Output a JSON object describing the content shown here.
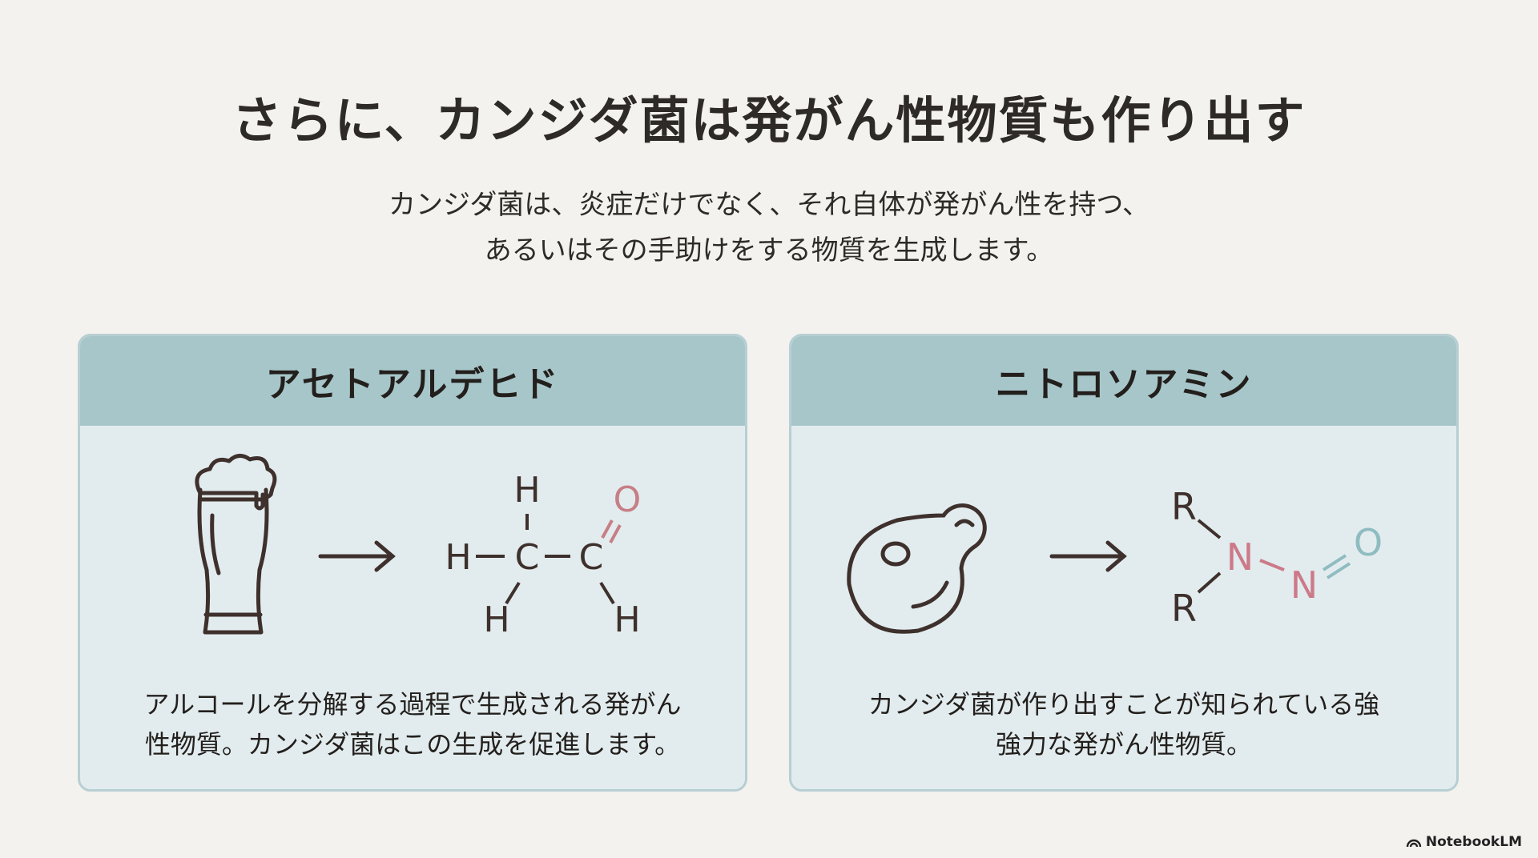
{
  "title": "さらに、カンジダ菌は発がん性物質も作り出す",
  "subtitle": [
    "カンジダ菌は、炎症だけでなく、それ自体が発がん性を持つ、",
    "あるいはその手助けをする物質を生成します。"
  ],
  "cards": [
    {
      "heading": "アセトアルデヒド",
      "icon": "beer-glass-icon",
      "formula_atoms": {
        "h1": "H",
        "c1": "C",
        "c2": "C",
        "h_top": "H",
        "h_bottom_left": "H",
        "h_bottom_right": "H",
        "o": "O"
      },
      "description": [
        "アルコールを分解する過程で生成される発がん",
        "性物質。カンジダ菌はこの生成を促進します。"
      ]
    },
    {
      "heading": "ニトロソアミン",
      "icon": "yeast-cell-icon",
      "formula_atoms": {
        "r1": "R",
        "r2": "R",
        "n1": "N",
        "n2": "N",
        "o": "O"
      },
      "description": [
        "カンジダ菌が作り出すことが知られている強",
        "強力な発がん性物質。"
      ]
    }
  ],
  "brand": "NotebookLM",
  "colors": {
    "oxygen": "#c77f86",
    "nitrogen": "#cc7a8a",
    "oxygen_nitroso": "#8fbcc0",
    "ink": "#3e302c",
    "header": "#a7c6ca"
  }
}
